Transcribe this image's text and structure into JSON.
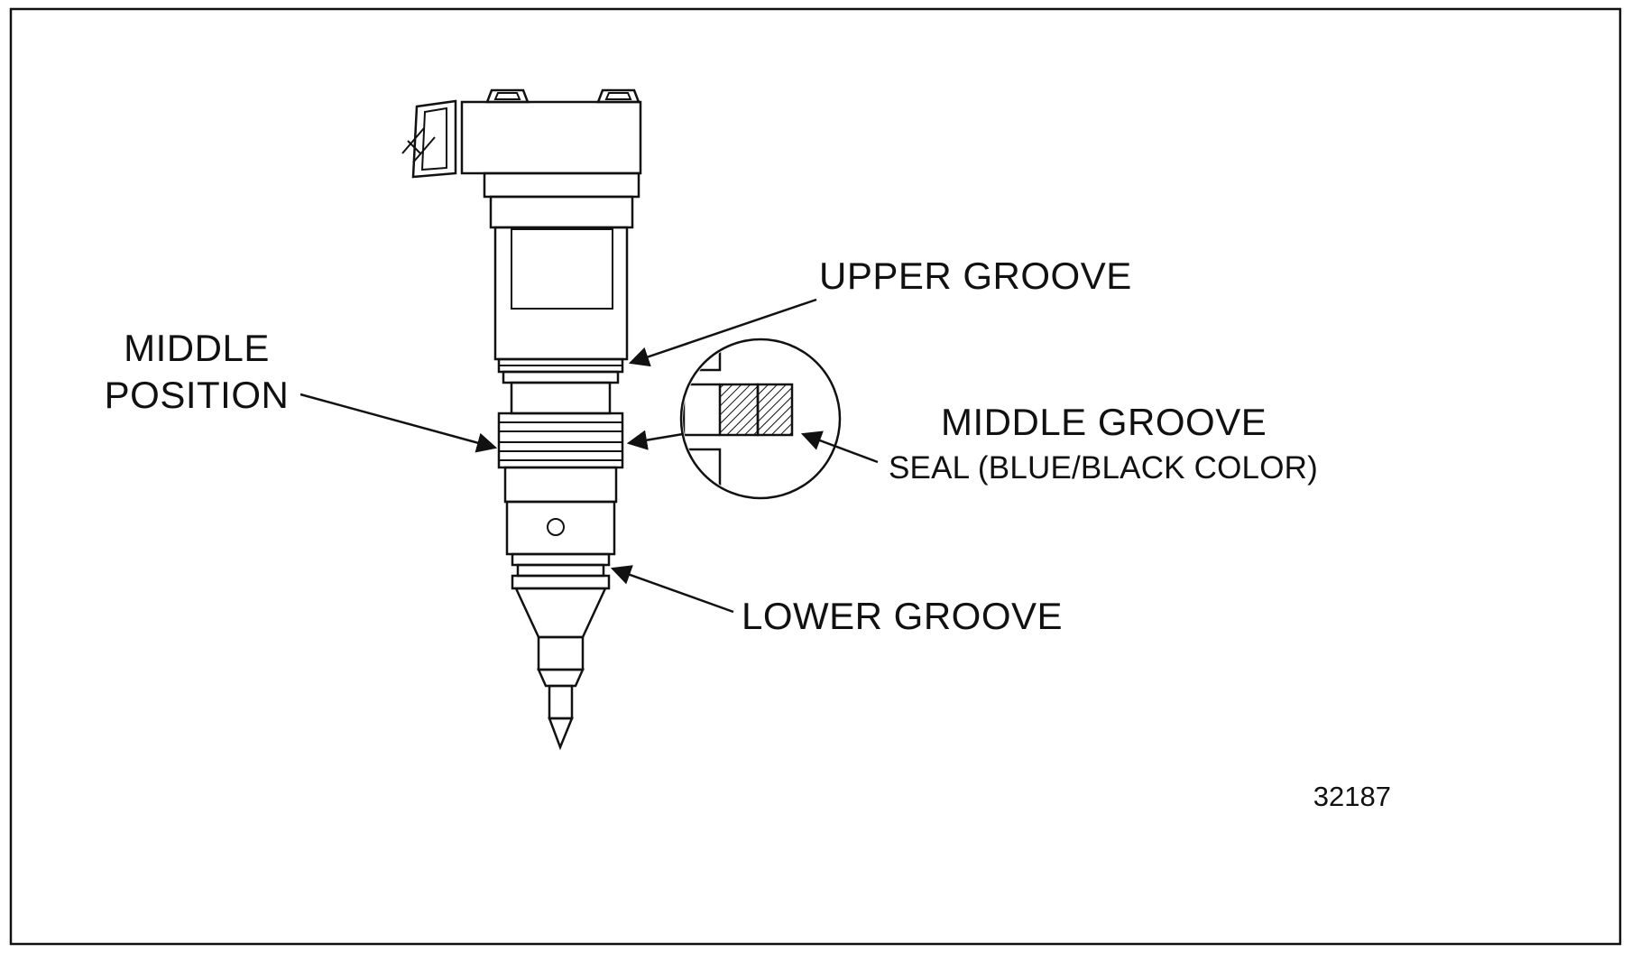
{
  "figure": {
    "number": "32187"
  },
  "labels": {
    "upper_groove": "UPPER GROOVE",
    "middle_position_line1": "MIDDLE",
    "middle_position_line2": "POSITION",
    "middle_groove": "MIDDLE GROOVE",
    "seal_note": "SEAL (BLUE/BLACK COLOR)",
    "lower_groove": "LOWER GROOVE"
  },
  "colors": {
    "ink": "#111111",
    "background": "#ffffff"
  }
}
